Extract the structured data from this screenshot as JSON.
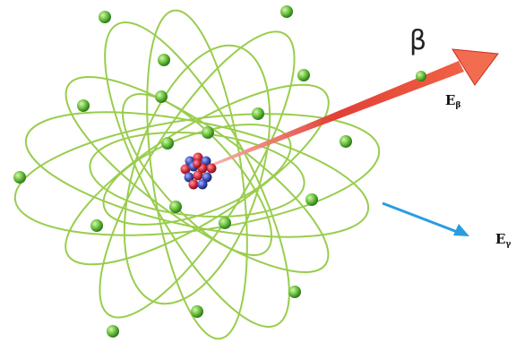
{
  "labels": {
    "beta_symbol": "β",
    "beta_energy": "E",
    "beta_energy_sub": "β",
    "gamma_energy": "E",
    "gamma_energy_sub": "γ"
  },
  "colors": {
    "orbit": "#8fc83a",
    "electron": "#5db83a",
    "beta_arrow": "#e0352a",
    "gamma_arrow": "#2a9de0",
    "proton": "#d42b3a",
    "neutron": "#3b4fb8"
  },
  "icons": {
    "beta_particle": "electron-dot",
    "nucleus": "nucleon-cluster"
  }
}
